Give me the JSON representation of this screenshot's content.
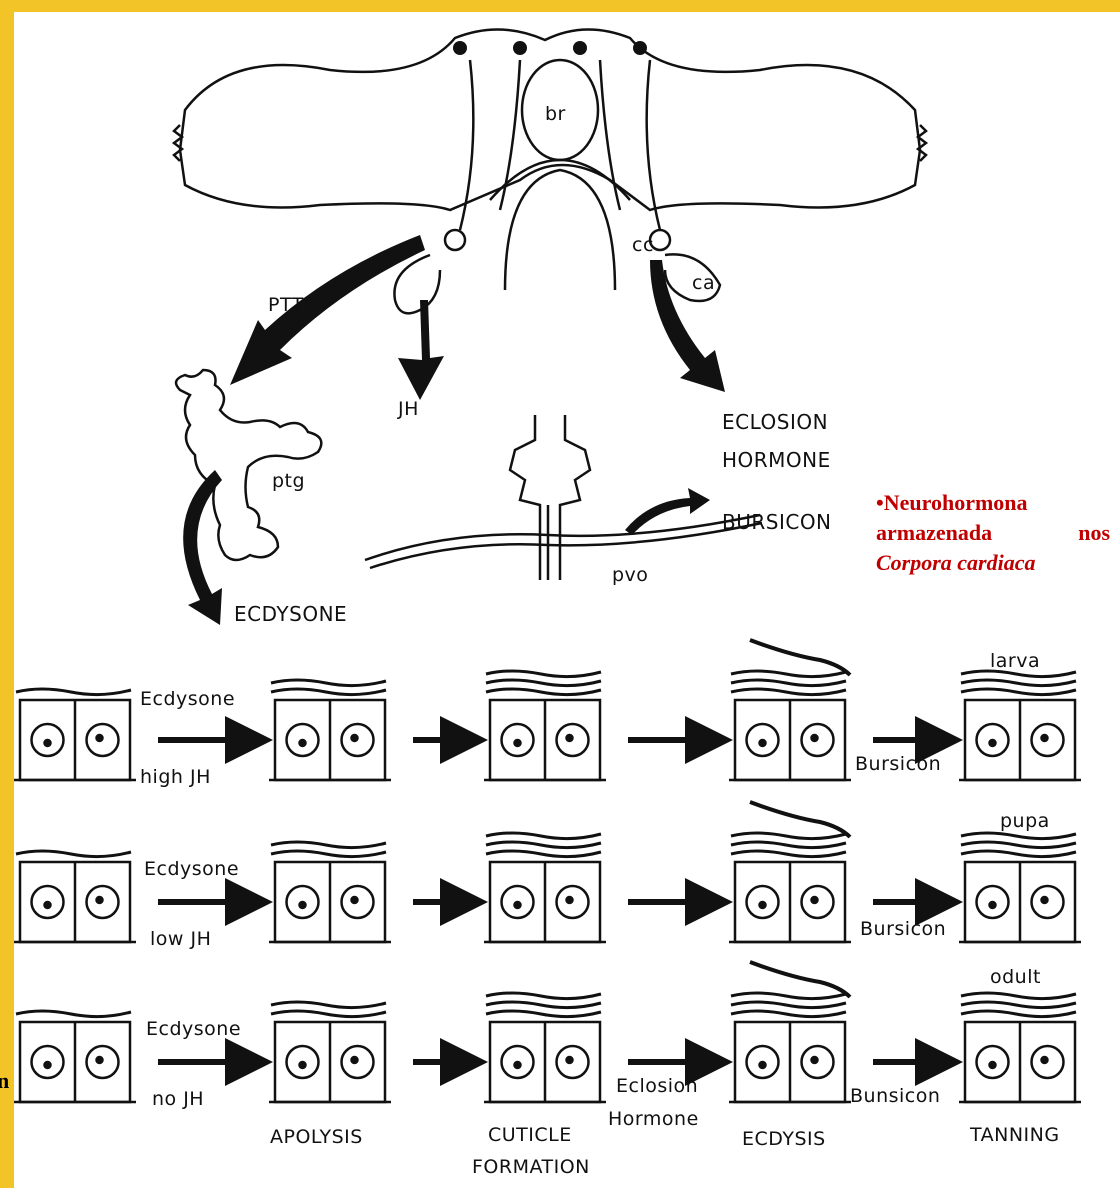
{
  "page": {
    "left_letter": "n"
  },
  "brain": {
    "labels": {
      "br": "br",
      "cc": "cc",
      "ca": "ca",
      "ptth": "PTTH",
      "jh": "JH",
      "ptg": "ptg",
      "pvo": "pvo",
      "eclosion_1": "ECLOSION",
      "eclosion_2": "HORMONE",
      "bursicon": "BURSICON",
      "ecdysone": "ECDYSONE"
    }
  },
  "note": {
    "bullet": "•",
    "line1": "Neurohormona",
    "line2_a": "armazenada",
    "line2_b": "nos",
    "line3": "Corpora cardiaca"
  },
  "rows": [
    {
      "hormone": "Ecdysone",
      "jh": "high JH",
      "stage": "larva",
      "final": "Bursicon"
    },
    {
      "hormone": "Ecdysone",
      "jh": "low JH",
      "stage": "pupa",
      "final": "Bursicon"
    },
    {
      "hormone": "Ecdysone",
      "jh": "no JH",
      "stage": "odult",
      "final": "Bunsicon",
      "eclosion_1": "Eclosion",
      "eclosion_2": "Hormone"
    }
  ],
  "stages": {
    "apolysis": "APOLYSIS",
    "cuticle_1": "CUTICLE",
    "cuticle_2": "FORMATION",
    "ecdysis": "ECDYSIS",
    "tanning": "TANNING"
  }
}
